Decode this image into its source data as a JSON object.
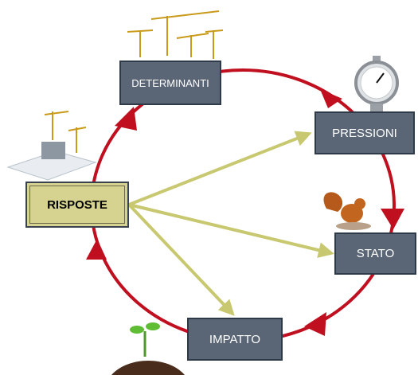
{
  "nodes": {
    "determinanti": "DETERMINANTI",
    "pressioni": "PRESSIONI",
    "stato": "STATO",
    "impatto": "IMPATTO",
    "risposte": "RISPOSTE"
  },
  "colors": {
    "cycle": "#c01020",
    "response_arrows": "#c8c870",
    "box_fill": "#5a6675",
    "risposte_fill": "#d5d38f"
  },
  "icons": [
    "construction-cranes-icon",
    "pressure-gauge-icon",
    "squirrel-icon",
    "sprout-in-soil-icon",
    "blueprint-construction-icon"
  ]
}
